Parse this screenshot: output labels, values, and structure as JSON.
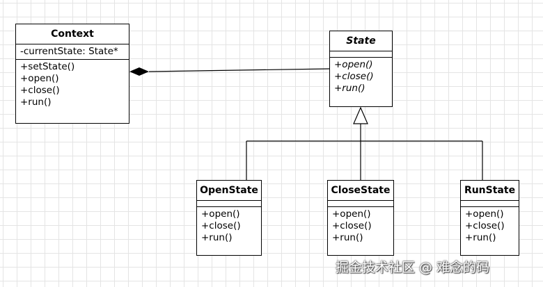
{
  "context": {
    "name": "Context",
    "attributes": [
      "-currentState: State*"
    ],
    "operations": [
      "+setState()",
      "+open()",
      "+close()",
      "+run()"
    ]
  },
  "state": {
    "name": "State",
    "operations": [
      "+open()",
      "+close()",
      "+run()"
    ]
  },
  "open_state": {
    "name": "OpenState",
    "operations": [
      "+open()",
      "+close()",
      "+run()"
    ]
  },
  "close_state": {
    "name": "CloseState",
    "operations": [
      "+open()",
      "+close()",
      "+run()"
    ]
  },
  "run_state": {
    "name": "RunState",
    "operations": [
      "+open()",
      "+close()",
      "+run()"
    ]
  },
  "watermark": "掘金技术社区 @ 难念的码"
}
